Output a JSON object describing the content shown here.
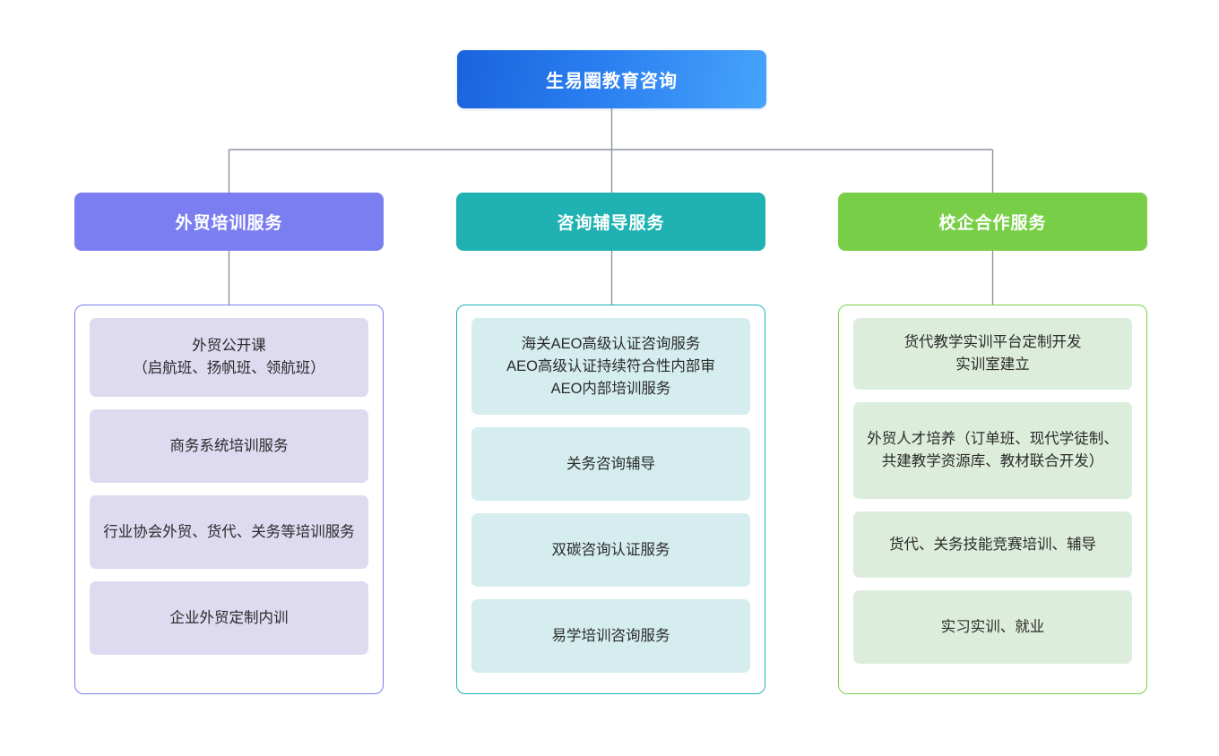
{
  "diagram": {
    "type": "organization-tree",
    "root": {
      "label": "生易圈教育咨询",
      "color_start": "#1a63dd",
      "color_end": "#46a4fb"
    },
    "connector_color": "#8b93a3",
    "branches": [
      {
        "header": "外贸培训服务",
        "header_color": "#7b7ef0",
        "box_border_color": "#7b7ef0",
        "item_color": "#dedaf0",
        "items": [
          "外贸公开课\n（启航班、扬帆班、领航班）",
          "商务系统培训服务",
          "行业协会外贸、货代、关务等培训服务",
          "企业外贸定制内训"
        ]
      },
      {
        "header": "咨询辅导服务",
        "header_color": "#20b2b2",
        "box_border_color": "#1bb3b8",
        "item_color": "#d5edee",
        "items": [
          "海关AEO高级认证咨询服务\nAEO高级认证持续符合性内部审\nAEO内部培训服务",
          "关务咨询辅导",
          "双碳咨询认证服务",
          "易学培训咨询服务"
        ]
      },
      {
        "header": "校企合作服务",
        "header_color": "#78cf47",
        "box_border_color": "#78cf47",
        "item_color": "#dceddb",
        "items": [
          "货代教学实训平台定制开发\n实训室建立",
          "外贸人才培养（订单班、现代学徒制、共建教学资源库、教材联合开发）",
          "货代、关务技能竞赛培训、辅导",
          "实习实训、就业"
        ]
      }
    ]
  }
}
